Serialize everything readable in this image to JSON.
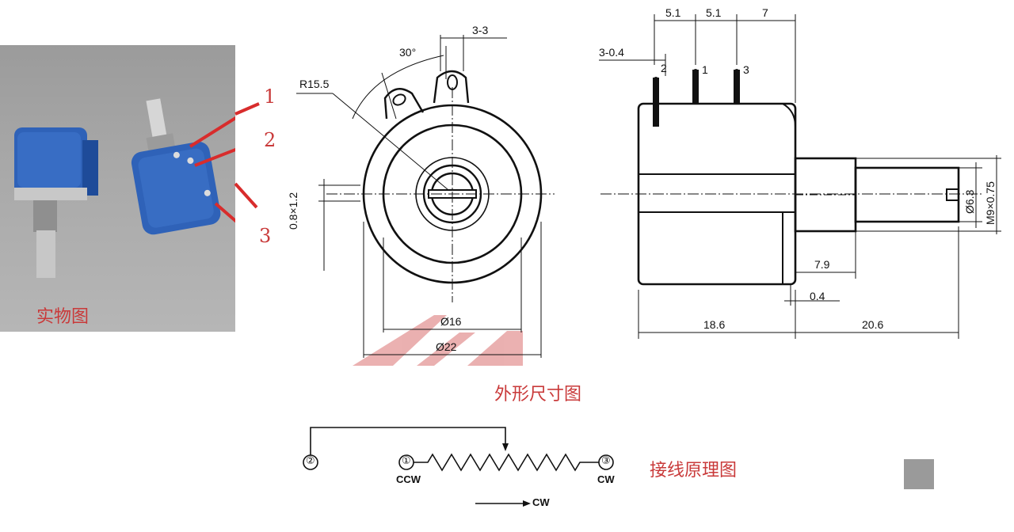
{
  "photo": {
    "callouts": [
      "1",
      "2",
      "3"
    ],
    "caption": "实物图"
  },
  "front_view": {
    "r_label": "R15.5",
    "angle_label": "30°",
    "offset_label": "3-3",
    "pin_width_label": "0.8×1.2",
    "inner_dia_label": "Ø16",
    "outer_dia_label": "Ø22"
  },
  "side_view": {
    "pin_labels": [
      "2",
      "1",
      "3"
    ],
    "pin_size_label": "3-0.4",
    "pitch_labels": [
      "5.1",
      "5.1",
      "7"
    ],
    "shaft_dia_label": "Ø6.3",
    "thread_label": "M9×0.75",
    "dim_7_9": "7.9",
    "dim_0_4": "0.4",
    "body_length": "18.6",
    "shaft_length": "20.6"
  },
  "dimension_caption": "外形尺寸图",
  "wiring": {
    "caption": "接线原理图",
    "node_labels": [
      "②",
      "①",
      "③"
    ],
    "ccw_label": "CCW",
    "cw_label": "CW",
    "arrow_label": "CW"
  },
  "colors": {
    "callout_red": "#c93a3a",
    "knob_blue": "#2f62b8",
    "watermark_red": "#e7a3a3",
    "photo_bg": "#a5a5a5",
    "swatch_gray": "#9a9a9a"
  }
}
